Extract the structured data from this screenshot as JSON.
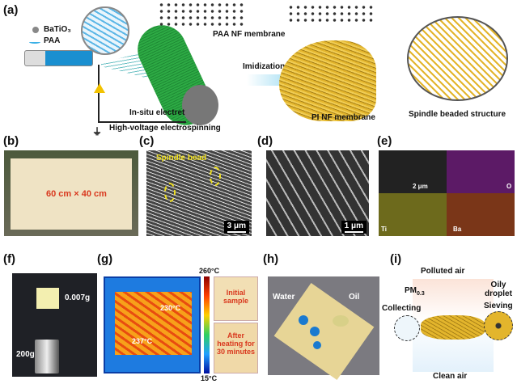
{
  "panels": {
    "a": "(a)",
    "b": "(b)",
    "c": "(c)",
    "d": "(d)",
    "e": "(e)",
    "f": "(f)",
    "g": "(g)",
    "h": "(h)",
    "i": "(i)"
  },
  "a": {
    "legend_batio3": "BaTiO₃",
    "legend_paa": "PAA",
    "paa_membrane": "PAA NF membrane",
    "imidization": "Imidization",
    "pi_membrane": "PI NF membrane",
    "spindle": "Spindle beaded structure",
    "electret": "In-situ electret",
    "hv": "High-voltage electrospinning"
  },
  "b": {
    "size": "60 cm × 40 cm"
  },
  "c": {
    "annotation": "Spindle bead",
    "scale": "3 μm"
  },
  "d": {
    "scale": "1 μm"
  },
  "e": {
    "scale": "2 μm",
    "o": "O",
    "ti": "Ti",
    "ba": "Ba"
  },
  "f": {
    "membrane_mass": "0.007g",
    "weight": "200g"
  },
  "g": {
    "max": "260°C",
    "min": "15°C",
    "t1": "230°C",
    "t2": "237°C",
    "initial": "Initial sample",
    "after": "After heating for 30 minutes"
  },
  "h": {
    "water": "Water",
    "oil": "Oil"
  },
  "i": {
    "polluted": "Polluted air",
    "pm": "PM",
    "pm_sub": "0.3",
    "oily": "Oily droplet",
    "collecting": "Collecting",
    "sieving": "Sieving",
    "clean": "Clean air"
  },
  "colors": {
    "accent_red": "#d9381e",
    "fiber_gold": "#e3b52c",
    "cylinder_green": "#2daa44",
    "annotation_yellow": "#f0e020"
  }
}
